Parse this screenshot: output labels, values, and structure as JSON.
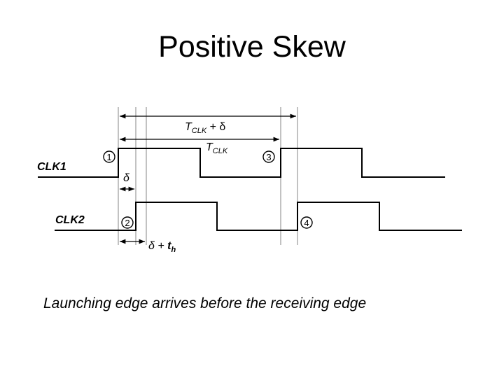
{
  "slide": {
    "title": "Positive Skew",
    "caption": "Launching edge arrives before the receiving edge"
  },
  "diagram": {
    "signals": [
      {
        "name": "CLK1"
      },
      {
        "name": "CLK2"
      }
    ],
    "edge_markers": [
      "1",
      "2",
      "3",
      "4"
    ],
    "dimensions": {
      "period_plus_skew": {
        "symbol": "T",
        "subscript": "CLK",
        "suffix": " + δ"
      },
      "period": {
        "symbol": "T",
        "subscript": "CLK"
      },
      "skew": {
        "symbol": "δ"
      },
      "skew_plus_hold": {
        "prefix": "δ + ",
        "symbol": "t",
        "subscript": "h"
      }
    },
    "colors": {
      "waveform": "#000000",
      "guide_line": "#9a9a9a"
    }
  }
}
